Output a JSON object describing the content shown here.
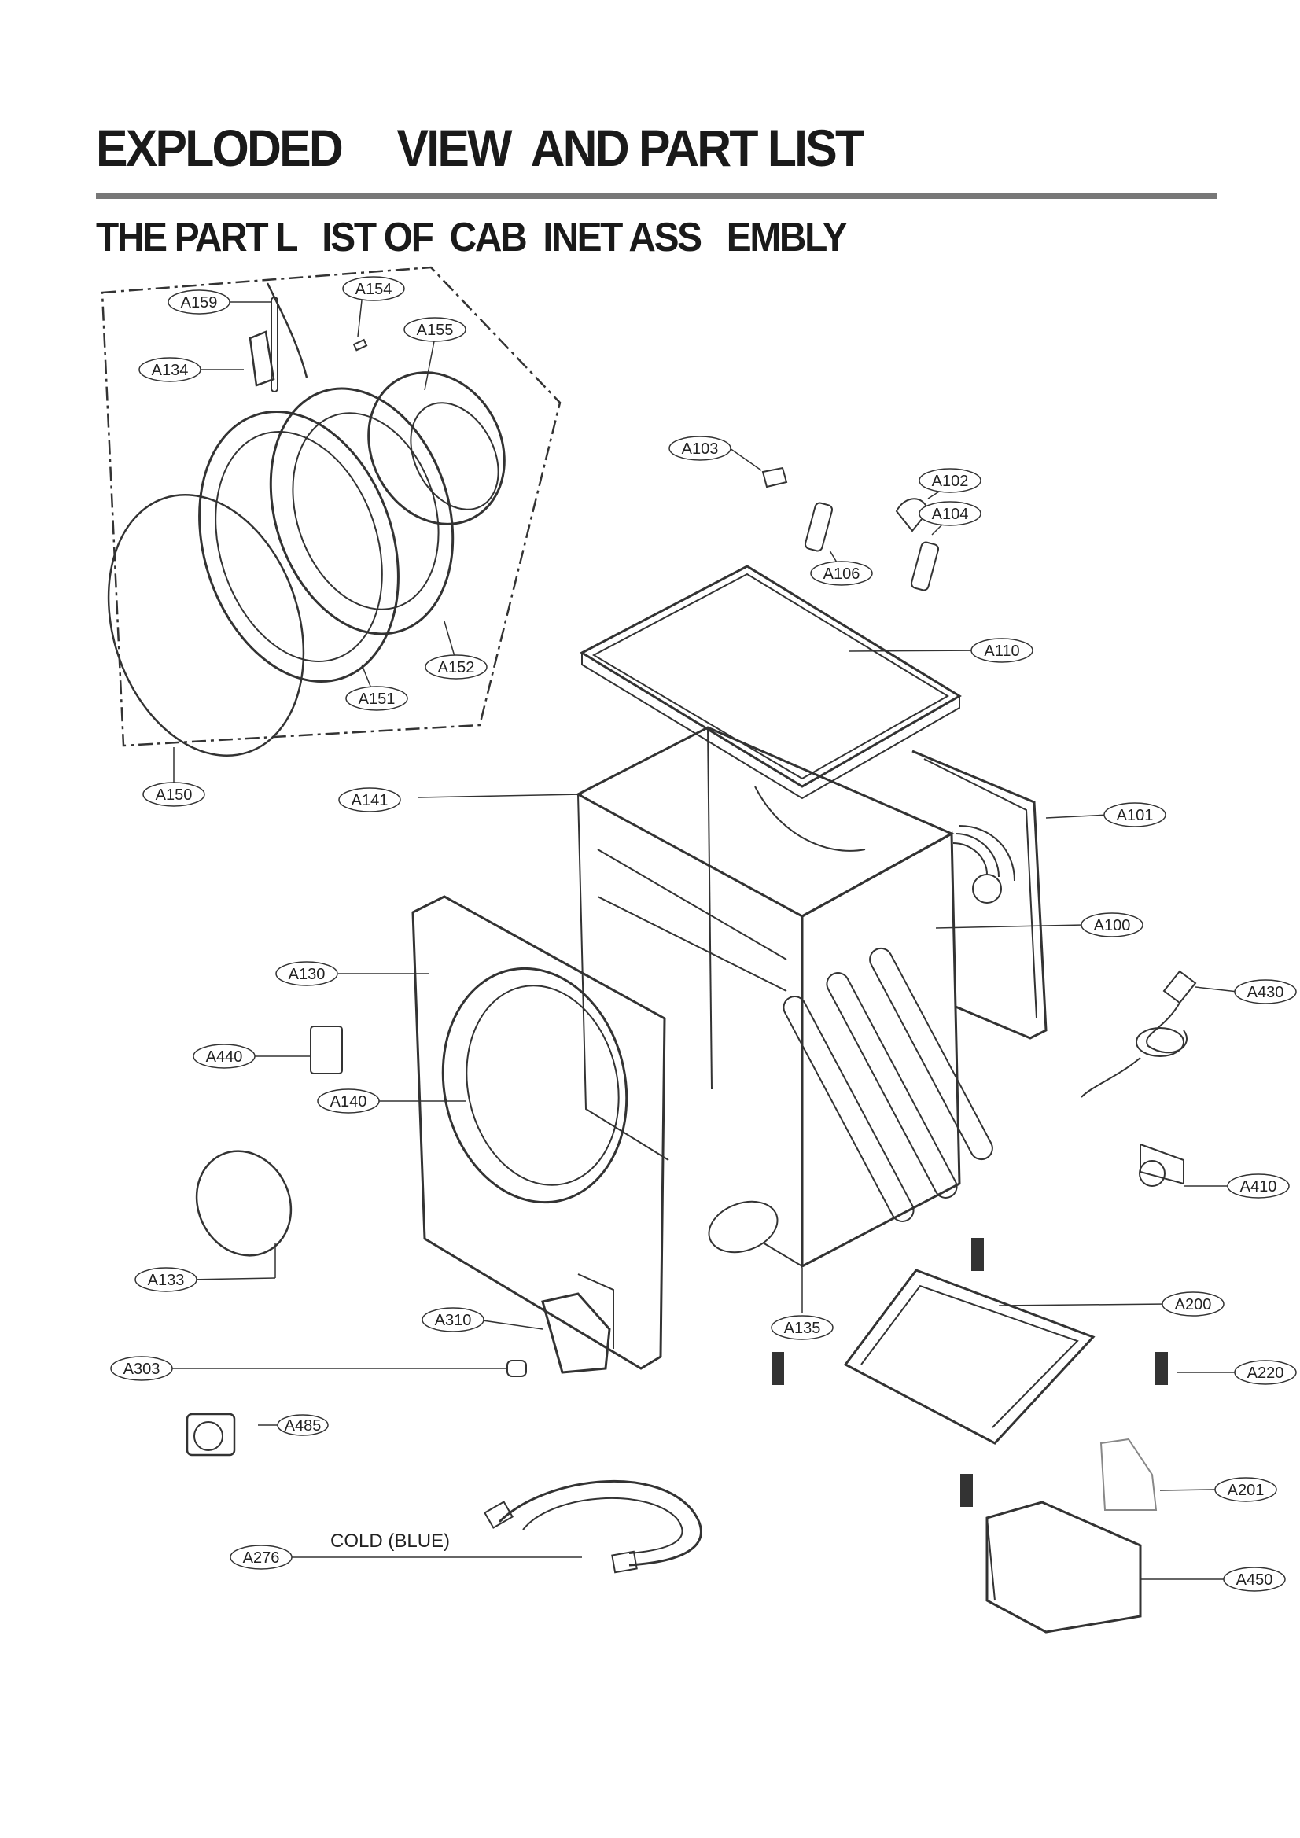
{
  "header": {
    "title": "EXPLODED     VIEW  AND PART LIST",
    "subtitle": "THE PART L   IST OF  CAB  INET ASS   EMBLY"
  },
  "callouts": {
    "A159": "A159",
    "A154": "A154",
    "A155": "A155",
    "A134": "A134",
    "A103": "A103",
    "A102": "A102",
    "A104": "A104",
    "A106": "A106",
    "A110": "A110",
    "A152": "A152",
    "A151": "A151",
    "A150": "A150",
    "A141": "A141",
    "A101": "A101",
    "A100": "A100",
    "A130": "A130",
    "A430": "A430",
    "A440": "A440",
    "A140": "A140",
    "A410": "A410",
    "A133": "A133",
    "A200": "A200",
    "A310": "A310",
    "A135": "A135",
    "A303": "A303",
    "A220": "A220",
    "A485": "A485",
    "A201": "A201",
    "A276": "A276",
    "A450": "A450"
  },
  "notes": {
    "hose_note": "COLD (BLUE)"
  },
  "colors": {
    "rule": "#777777",
    "line": "#333333"
  }
}
